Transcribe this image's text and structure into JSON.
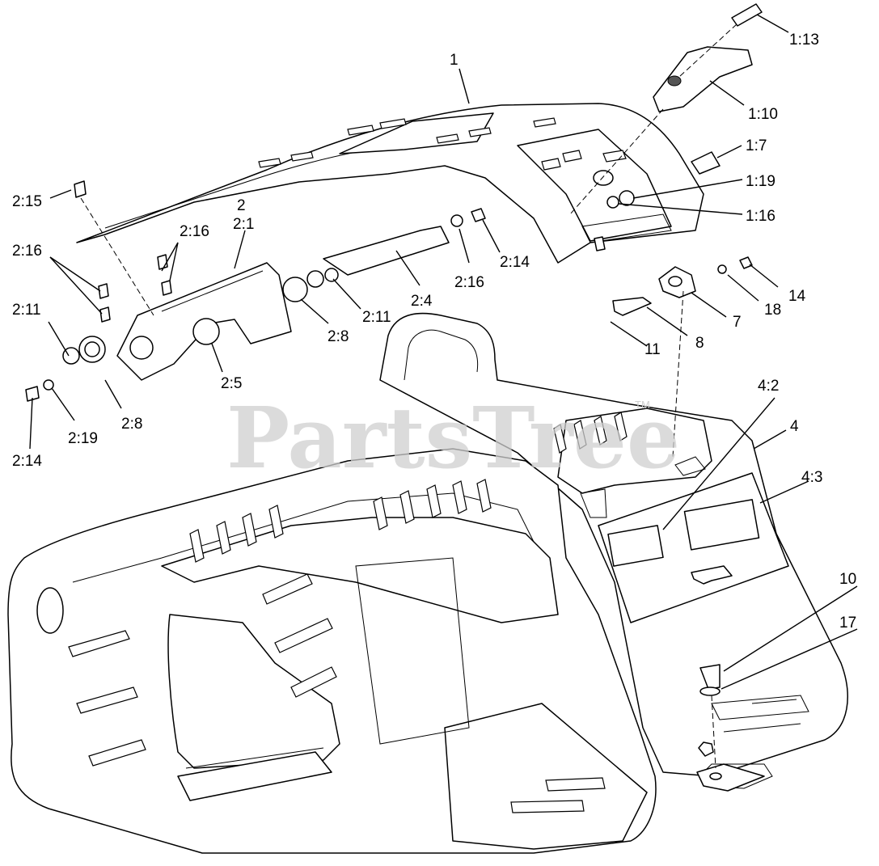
{
  "watermark": {
    "text": "PartsTree",
    "mark": "TM"
  },
  "callouts": [
    {
      "id": "c-1",
      "text": "1"
    },
    {
      "id": "c-1-13",
      "text": "1:13"
    },
    {
      "id": "c-1-10",
      "text": "1:10"
    },
    {
      "id": "c-1-7",
      "text": "1:7"
    },
    {
      "id": "c-1-19",
      "text": "1:19"
    },
    {
      "id": "c-1-16",
      "text": "1:16"
    },
    {
      "id": "c-2",
      "text": "2"
    },
    {
      "id": "c-2-1",
      "text": "2:1"
    },
    {
      "id": "c-2-15",
      "text": "2:15"
    },
    {
      "id": "c-2-16-a",
      "text": "2:16"
    },
    {
      "id": "c-2-16-b",
      "text": "2:16"
    },
    {
      "id": "c-2-16-c",
      "text": "2:16"
    },
    {
      "id": "c-2-14-a",
      "text": "2:14"
    },
    {
      "id": "c-2-14-b",
      "text": "2:14"
    },
    {
      "id": "c-2-11-a",
      "text": "2:11"
    },
    {
      "id": "c-2-11-b",
      "text": "2:11"
    },
    {
      "id": "c-2-8-a",
      "text": "2:8"
    },
    {
      "id": "c-2-8-b",
      "text": "2:8"
    },
    {
      "id": "c-2-4",
      "text": "2:4"
    },
    {
      "id": "c-2-5",
      "text": "2:5"
    },
    {
      "id": "c-2-19",
      "text": "2:19"
    },
    {
      "id": "c-14",
      "text": "14"
    },
    {
      "id": "c-18",
      "text": "18"
    },
    {
      "id": "c-7",
      "text": "7"
    },
    {
      "id": "c-8",
      "text": "8"
    },
    {
      "id": "c-11",
      "text": "11"
    },
    {
      "id": "c-4-2",
      "text": "4:2"
    },
    {
      "id": "c-4",
      "text": "4"
    },
    {
      "id": "c-4-3",
      "text": "4:3"
    },
    {
      "id": "c-10",
      "text": "10"
    },
    {
      "id": "c-17",
      "text": "17"
    }
  ]
}
